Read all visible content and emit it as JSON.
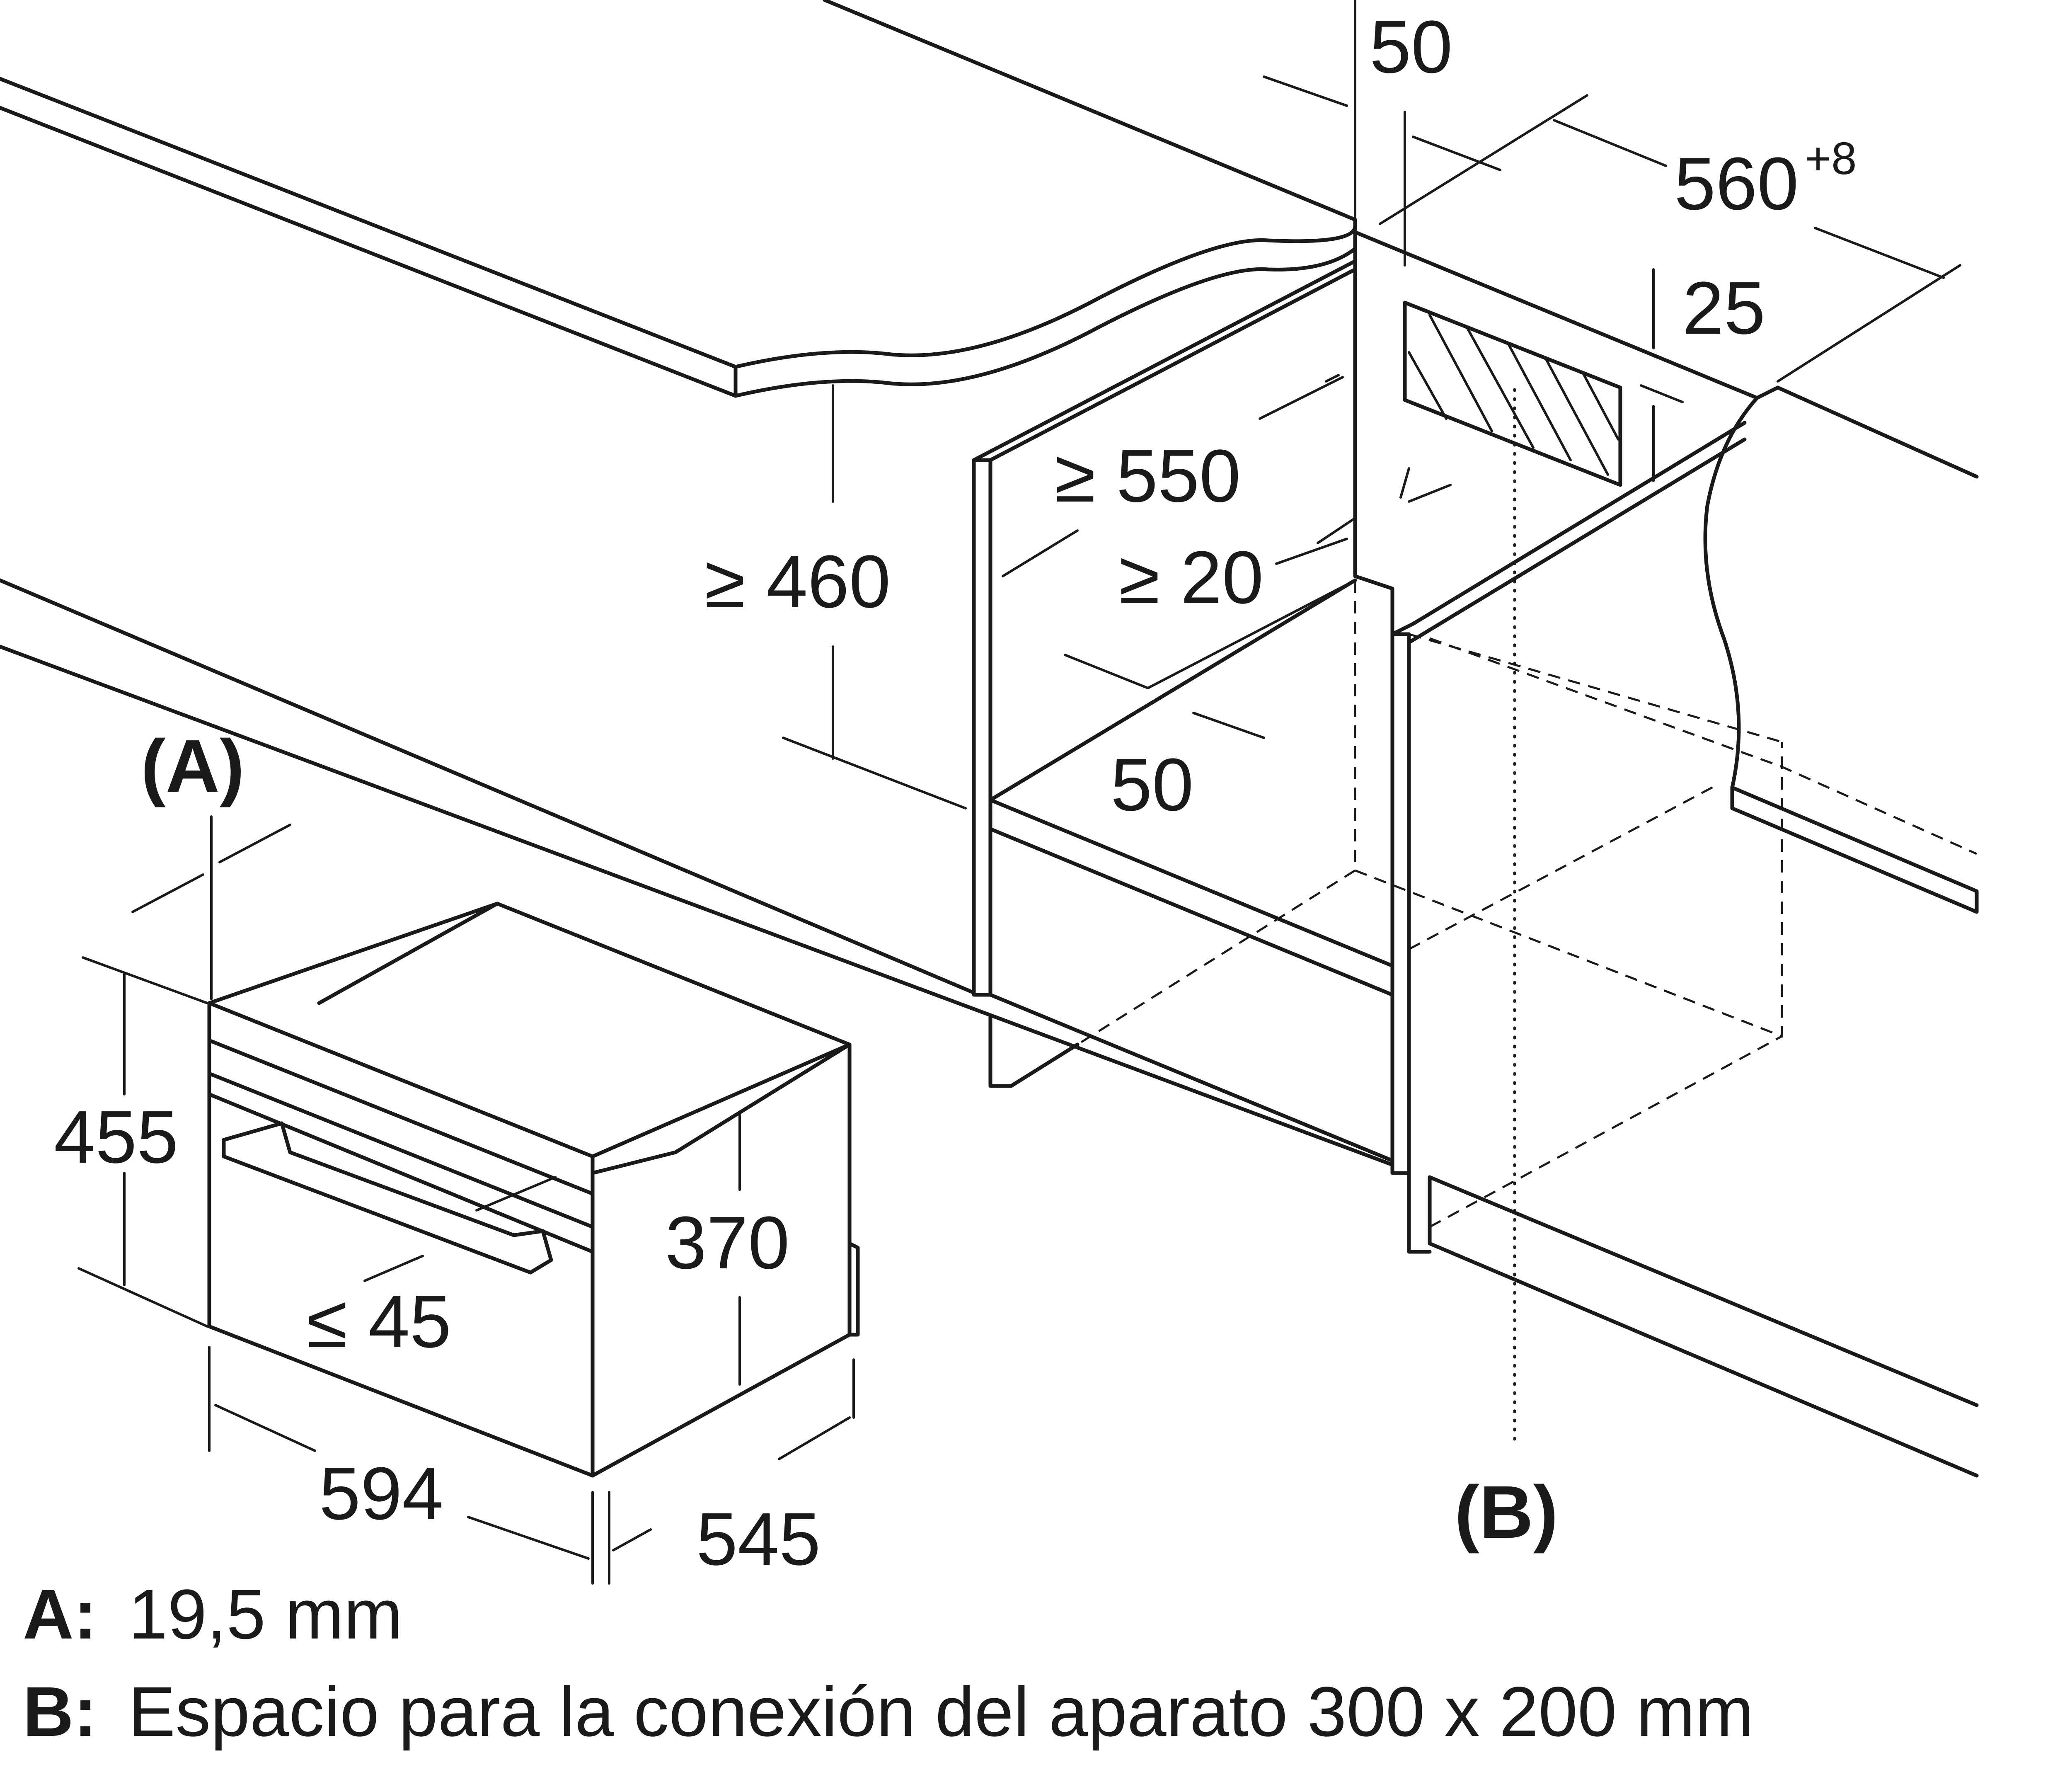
{
  "dimensions": {
    "rear_gap_top": "50",
    "niche_width": "560",
    "niche_width_tolerance": "+8",
    "vent_depth": "25",
    "niche_depth": "≥ 550",
    "niche_height": "≥ 460",
    "side_gap": "≥ 20",
    "front_gap": "50",
    "appliance_height": "455",
    "front_panel_height": "370",
    "handle_projection": "≤ 45",
    "appliance_width": "594",
    "appliance_depth": "545"
  },
  "callouts": {
    "a": "(A)",
    "b": "(B)"
  },
  "legend": [
    {
      "key": "A:",
      "text": "19,5 mm"
    },
    {
      "key": "B:",
      "text": "Espacio para la conexión del aparato 300 x 200 mm"
    }
  ]
}
